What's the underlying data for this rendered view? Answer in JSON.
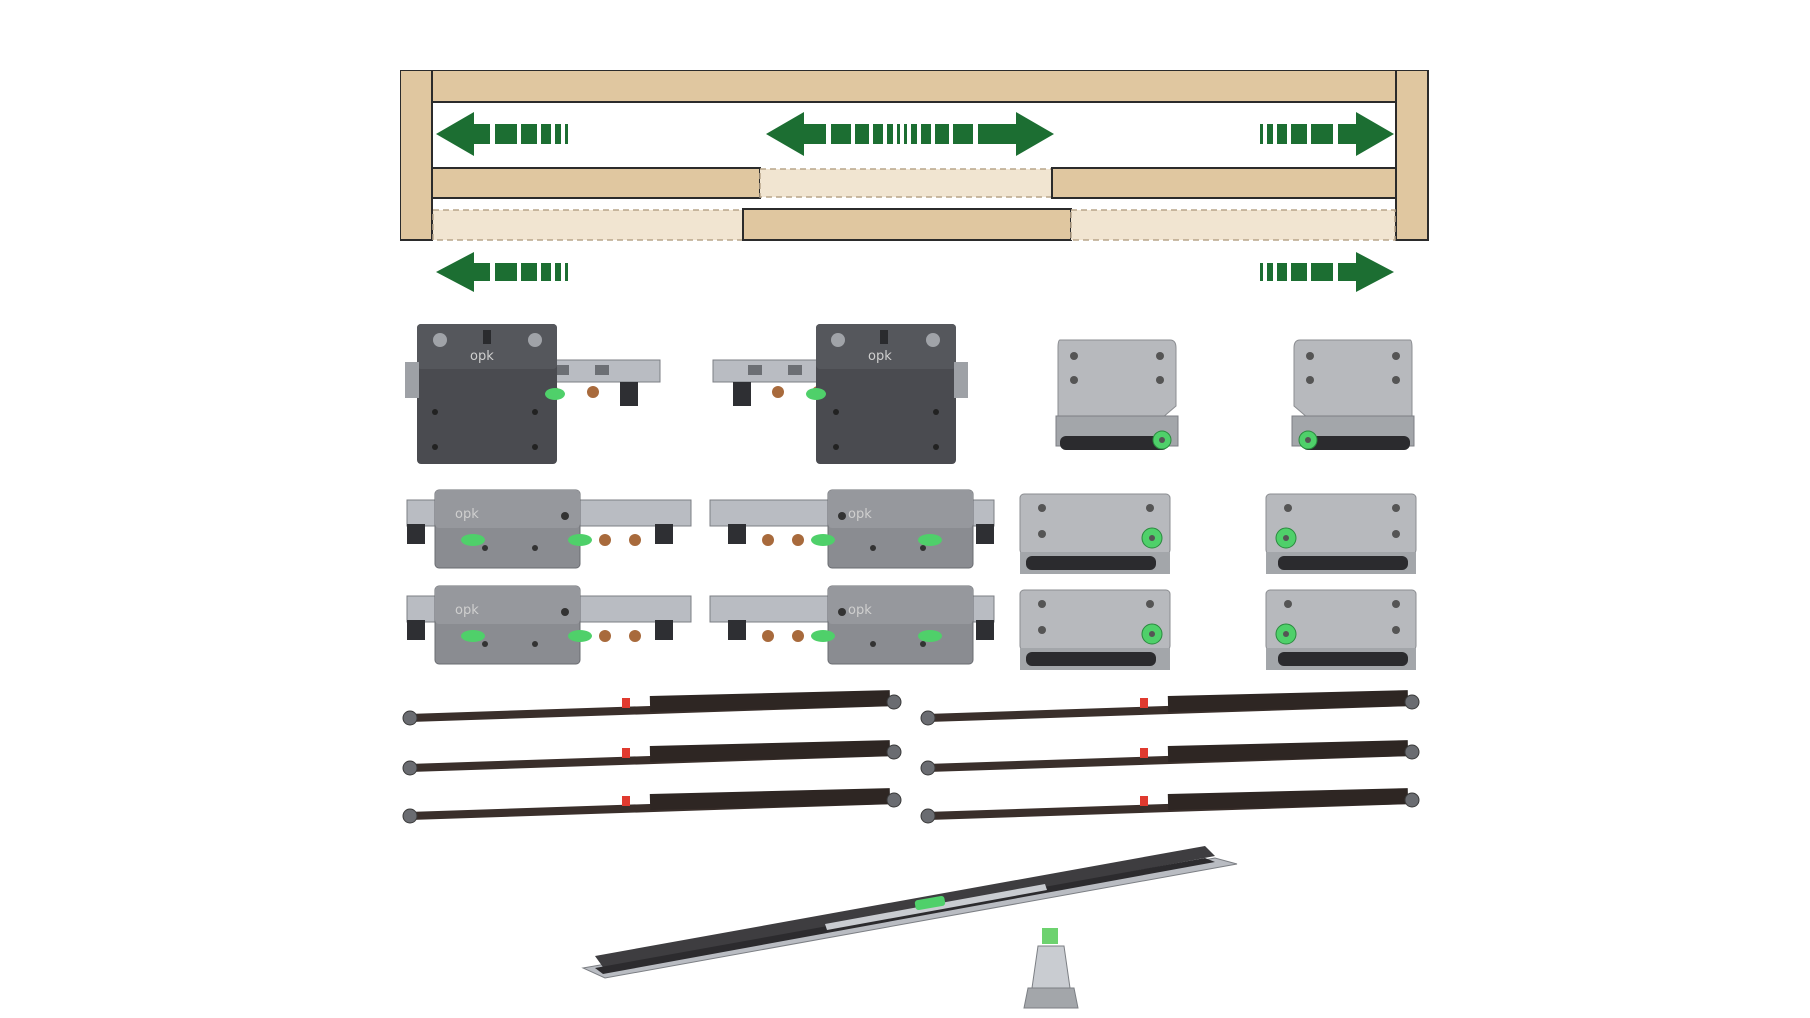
{
  "brand": {
    "logo_text": "opk"
  },
  "colors": {
    "wood": "#e0c7a0",
    "wood_light": "#f1e5d1",
    "arrow_green": "#1c6e32",
    "hardware_dark": "#4a4b50",
    "hardware_gray": "#8a8c91",
    "damper_body": "#3a2f2b",
    "wheel_green": "#4fd06a",
    "accent_red": "#e03a2f"
  },
  "diagram": {
    "description_icons": [
      "left-arrow-icon",
      "bidirectional-arrow-icon",
      "right-arrow-icon"
    ]
  },
  "components": {
    "large_carriers": 2,
    "track_brackets": 6,
    "carrier_pairs": 4,
    "dampers": 6,
    "top_rail": 1,
    "clip": 1
  }
}
